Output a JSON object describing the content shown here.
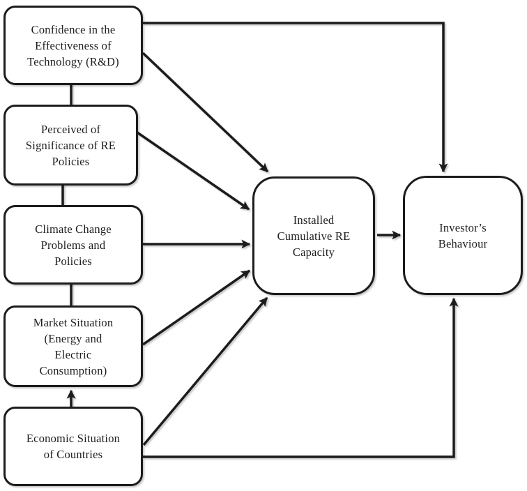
{
  "diagram": {
    "title": "RE investment causal diagram",
    "background_color": "#ffffff",
    "stroke_color": "#1c1c1c",
    "text_color": "#1e1e1e",
    "nodes": [
      {
        "id": "confidence",
        "label": "Confidence in the\nEffectiveness of\nTechnology (R&D)"
      },
      {
        "id": "policies",
        "label": "Perceived of\nSignificance of RE\nPolicies"
      },
      {
        "id": "climate",
        "label": "Climate Change\nProblems and\nPolicies"
      },
      {
        "id": "market",
        "label": "Market Situation\n(Energy and\nElectric\nConsumption)"
      },
      {
        "id": "economic",
        "label": "Economic Situation\nof Countries"
      },
      {
        "id": "capacity",
        "label": "Installed\nCumulative RE\nCapacity"
      },
      {
        "id": "investor",
        "label": "Investor’s\nBehaviour"
      }
    ],
    "edges": [
      {
        "from": "confidence",
        "to": "investor",
        "arrow": true,
        "route": "orthogonal-top"
      },
      {
        "from": "confidence",
        "to": "capacity",
        "arrow": true,
        "route": "diagonal"
      },
      {
        "from": "policies",
        "to": "capacity",
        "arrow": true,
        "route": "diagonal"
      },
      {
        "from": "climate",
        "to": "capacity",
        "arrow": true,
        "route": "straight"
      },
      {
        "from": "market",
        "to": "capacity",
        "arrow": true,
        "route": "diagonal"
      },
      {
        "from": "economic",
        "to": "capacity",
        "arrow": true,
        "route": "diagonal"
      },
      {
        "from": "economic",
        "to": "investor",
        "arrow": true,
        "route": "orthogonal-bottom"
      },
      {
        "from": "capacity",
        "to": "investor",
        "arrow": true,
        "route": "straight"
      },
      {
        "from": "economic",
        "to": "market",
        "arrow": true,
        "route": "straight"
      },
      {
        "from": "confidence",
        "to": "policies",
        "arrow": false,
        "route": "straight"
      },
      {
        "from": "policies",
        "to": "climate",
        "arrow": false,
        "route": "straight"
      },
      {
        "from": "climate",
        "to": "market",
        "arrow": false,
        "route": "straight"
      }
    ]
  }
}
